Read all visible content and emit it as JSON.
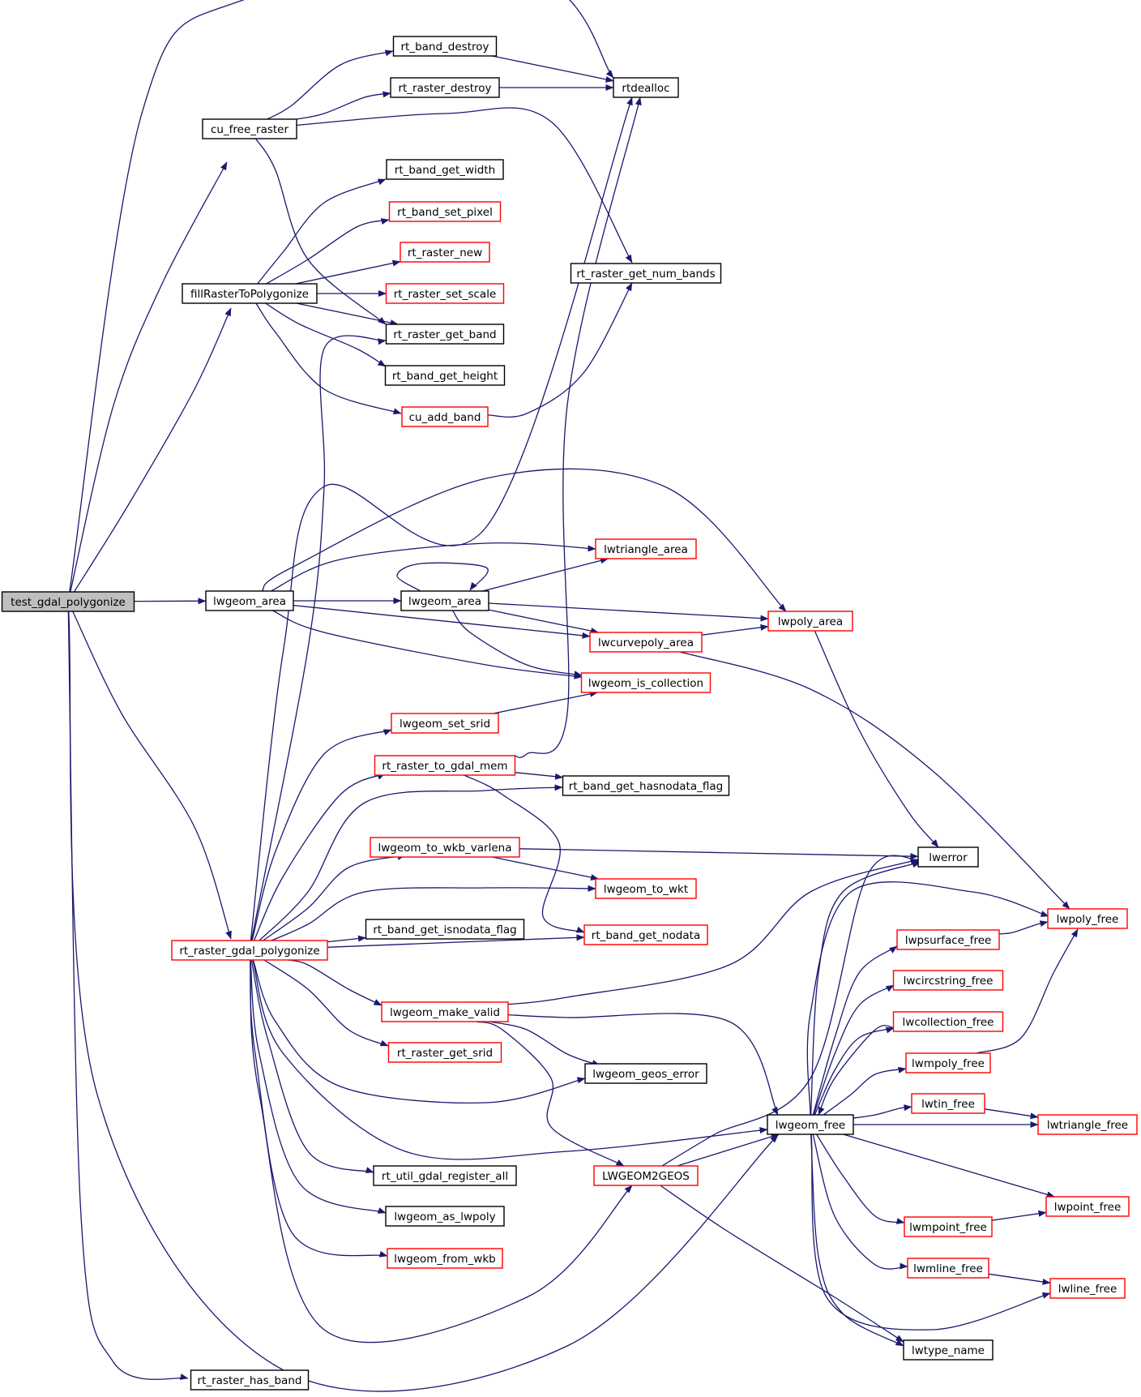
{
  "graph": {
    "colors": {
      "edge": "#191970",
      "root_fill": "#bfbfbf",
      "border_black": "#000000",
      "border_red": "#ff0000",
      "background": "#ffffff"
    },
    "nodes": [
      {
        "id": "test_gdal_polygonize",
        "label": "test_gdal_polygonize",
        "border": "black",
        "root": true
      },
      {
        "id": "cu_free_raster",
        "label": "cu_free_raster",
        "border": "black"
      },
      {
        "id": "rt_band_destroy",
        "label": "rt_band_destroy",
        "border": "black"
      },
      {
        "id": "rt_raster_destroy",
        "label": "rt_raster_destroy",
        "border": "black"
      },
      {
        "id": "rtdealloc",
        "label": "rtdealloc",
        "border": "black"
      },
      {
        "id": "rt_band_get_width",
        "label": "rt_band_get_width",
        "border": "black"
      },
      {
        "id": "rt_band_set_pixel",
        "label": "rt_band_set_pixel",
        "border": "red"
      },
      {
        "id": "rt_raster_new",
        "label": "rt_raster_new",
        "border": "red"
      },
      {
        "id": "fillRasterToPolygonize",
        "label": "fillRasterToPolygonize",
        "border": "black"
      },
      {
        "id": "rt_raster_set_scale",
        "label": "rt_raster_set_scale",
        "border": "red"
      },
      {
        "id": "rt_raster_get_num_bands",
        "label": "rt_raster_get_num_bands",
        "border": "black"
      },
      {
        "id": "rt_raster_get_band",
        "label": "rt_raster_get_band",
        "border": "black"
      },
      {
        "id": "rt_band_get_height",
        "label": "rt_band_get_height",
        "border": "black"
      },
      {
        "id": "cu_add_band",
        "label": "cu_add_band",
        "border": "red"
      },
      {
        "id": "lwtriangle_area",
        "label": "lwtriangle_area",
        "border": "red"
      },
      {
        "id": "lwgeom_area_1",
        "label": "lwgeom_area",
        "border": "black"
      },
      {
        "id": "lwgeom_area_2",
        "label": "lwgeom_area",
        "border": "black"
      },
      {
        "id": "lwpoly_area",
        "label": "lwpoly_area",
        "border": "red"
      },
      {
        "id": "lwcurvepoly_area",
        "label": "lwcurvepoly_area",
        "border": "red"
      },
      {
        "id": "lwgeom_is_collection",
        "label": "lwgeom_is_collection",
        "border": "red"
      },
      {
        "id": "lwgeom_set_srid",
        "label": "lwgeom_set_srid",
        "border": "red"
      },
      {
        "id": "rt_raster_to_gdal_mem",
        "label": "rt_raster_to_gdal_mem",
        "border": "red"
      },
      {
        "id": "rt_band_get_hasnodata_flag",
        "label": "rt_band_get_hasnodata_flag",
        "border": "black"
      },
      {
        "id": "lwgeom_to_wkb_varlena",
        "label": "lwgeom_to_wkb_varlena",
        "border": "red"
      },
      {
        "id": "lwerror",
        "label": "lwerror",
        "border": "black"
      },
      {
        "id": "lwgeom_to_wkt",
        "label": "lwgeom_to_wkt",
        "border": "red"
      },
      {
        "id": "lwpoly_free",
        "label": "lwpoly_free",
        "border": "red"
      },
      {
        "id": "rt_band_get_isnodata_flag",
        "label": "rt_band_get_isnodata_flag",
        "border": "black"
      },
      {
        "id": "rt_band_get_nodata",
        "label": "rt_band_get_nodata",
        "border": "red"
      },
      {
        "id": "rt_raster_gdal_polygonize",
        "label": "rt_raster_gdal_polygonize",
        "border": "red"
      },
      {
        "id": "lwpsurface_free",
        "label": "lwpsurface_free",
        "border": "red"
      },
      {
        "id": "lwcircstring_free",
        "label": "lwcircstring_free",
        "border": "red"
      },
      {
        "id": "lwgeom_make_valid",
        "label": "lwgeom_make_valid",
        "border": "red"
      },
      {
        "id": "lwcollection_free",
        "label": "lwcollection_free",
        "border": "red"
      },
      {
        "id": "rt_raster_get_srid",
        "label": "rt_raster_get_srid",
        "border": "red"
      },
      {
        "id": "lwmpoly_free",
        "label": "lwmpoly_free",
        "border": "red"
      },
      {
        "id": "lwgeom_geos_error",
        "label": "lwgeom_geos_error",
        "border": "black"
      },
      {
        "id": "lwtin_free",
        "label": "lwtin_free",
        "border": "red"
      },
      {
        "id": "lwgeom_free",
        "label": "lwgeom_free",
        "border": "black"
      },
      {
        "id": "lwtriangle_free",
        "label": "lwtriangle_free",
        "border": "red"
      },
      {
        "id": "rt_util_gdal_register_all",
        "label": "rt_util_gdal_register_all",
        "border": "black"
      },
      {
        "id": "LWGEOM2GEOS",
        "label": "LWGEOM2GEOS",
        "border": "red"
      },
      {
        "id": "lwpoint_free",
        "label": "lwpoint_free",
        "border": "red"
      },
      {
        "id": "lwgeom_as_lwpoly",
        "label": "lwgeom_as_lwpoly",
        "border": "black"
      },
      {
        "id": "lwmpoint_free",
        "label": "lwmpoint_free",
        "border": "red"
      },
      {
        "id": "lwgeom_from_wkb",
        "label": "lwgeom_from_wkb",
        "border": "red"
      },
      {
        "id": "lwmline_free",
        "label": "lwmline_free",
        "border": "red"
      },
      {
        "id": "lwline_free",
        "label": "lwline_free",
        "border": "red"
      },
      {
        "id": "lwtype_name",
        "label": "lwtype_name",
        "border": "black"
      },
      {
        "id": "rt_raster_has_band",
        "label": "rt_raster_has_band",
        "border": "black"
      }
    ],
    "edges": [
      [
        "test_gdal_polygonize",
        "rtdealloc"
      ],
      [
        "test_gdal_polygonize",
        "cu_free_raster"
      ],
      [
        "test_gdal_polygonize",
        "fillRasterToPolygonize"
      ],
      [
        "test_gdal_polygonize",
        "lwgeom_area_1"
      ],
      [
        "test_gdal_polygonize",
        "rt_raster_gdal_polygonize"
      ],
      [
        "test_gdal_polygonize",
        "lwgeom_free"
      ],
      [
        "test_gdal_polygonize",
        "rt_raster_has_band"
      ],
      [
        "cu_free_raster",
        "rt_band_destroy"
      ],
      [
        "cu_free_raster",
        "rt_raster_destroy"
      ],
      [
        "cu_free_raster",
        "rt_raster_get_num_bands"
      ],
      [
        "cu_free_raster",
        "rt_raster_get_band"
      ],
      [
        "rt_band_destroy",
        "rtdealloc"
      ],
      [
        "rt_raster_destroy",
        "rtdealloc"
      ],
      [
        "fillRasterToPolygonize",
        "rt_band_get_width"
      ],
      [
        "fillRasterToPolygonize",
        "rt_band_set_pixel"
      ],
      [
        "fillRasterToPolygonize",
        "rt_raster_new"
      ],
      [
        "fillRasterToPolygonize",
        "rt_raster_set_scale"
      ],
      [
        "fillRasterToPolygonize",
        "rt_raster_get_band"
      ],
      [
        "fillRasterToPolygonize",
        "rt_band_get_height"
      ],
      [
        "fillRasterToPolygonize",
        "cu_add_band"
      ],
      [
        "cu_add_band",
        "rt_raster_get_num_bands"
      ],
      [
        "lwgeom_area_1",
        "lwpoly_area"
      ],
      [
        "lwgeom_area_1",
        "lwtriangle_area"
      ],
      [
        "lwgeom_area_1",
        "lwgeom_area_2"
      ],
      [
        "lwgeom_area_1",
        "lwcurvepoly_area"
      ],
      [
        "lwgeom_area_1",
        "lwgeom_is_collection"
      ],
      [
        "lwgeom_area_2",
        "lwgeom_area_2"
      ],
      [
        "lwgeom_area_2",
        "lwtriangle_area"
      ],
      [
        "lwgeom_area_2",
        "lwpoly_area"
      ],
      [
        "lwgeom_area_2",
        "lwcurvepoly_area"
      ],
      [
        "lwgeom_area_2",
        "lwgeom_is_collection"
      ],
      [
        "lwcurvepoly_area",
        "lwpoly_area"
      ],
      [
        "lwcurvepoly_area",
        "lwpoly_free"
      ],
      [
        "lwpoly_area",
        "lwerror"
      ],
      [
        "rt_raster_gdal_polygonize",
        "rt_raster_get_band"
      ],
      [
        "rt_raster_gdal_polygonize",
        "rtdealloc"
      ],
      [
        "rt_raster_gdal_polygonize",
        "lwgeom_set_srid"
      ],
      [
        "rt_raster_gdal_polygonize",
        "rt_raster_to_gdal_mem"
      ],
      [
        "rt_raster_gdal_polygonize",
        "rt_band_get_hasnodata_flag"
      ],
      [
        "rt_raster_gdal_polygonize",
        "lwgeom_to_wkb_varlena"
      ],
      [
        "rt_raster_gdal_polygonize",
        "lwgeom_to_wkt"
      ],
      [
        "rt_raster_gdal_polygonize",
        "rt_band_get_isnodata_flag"
      ],
      [
        "rt_raster_gdal_polygonize",
        "rt_band_get_nodata"
      ],
      [
        "rt_raster_gdal_polygonize",
        "lwgeom_make_valid"
      ],
      [
        "rt_raster_gdal_polygonize",
        "rt_raster_get_srid"
      ],
      [
        "rt_raster_gdal_polygonize",
        "lwgeom_geos_error"
      ],
      [
        "rt_raster_gdal_polygonize",
        "lwgeom_free"
      ],
      [
        "rt_raster_gdal_polygonize",
        "rt_util_gdal_register_all"
      ],
      [
        "rt_raster_gdal_polygonize",
        "lwgeom_as_lwpoly"
      ],
      [
        "rt_raster_gdal_polygonize",
        "lwgeom_from_wkb"
      ],
      [
        "rt_raster_gdal_polygonize",
        "LWGEOM2GEOS"
      ],
      [
        "lwgeom_set_srid",
        "lwgeom_is_collection"
      ],
      [
        "rt_raster_to_gdal_mem",
        "rtdealloc"
      ],
      [
        "rt_raster_to_gdal_mem",
        "rt_band_get_hasnodata_flag"
      ],
      [
        "rt_raster_to_gdal_mem",
        "rt_band_get_nodata"
      ],
      [
        "lwgeom_to_wkb_varlena",
        "lwerror"
      ],
      [
        "lwgeom_to_wkb_varlena",
        "lwgeom_to_wkt"
      ],
      [
        "lwgeom_make_valid",
        "lwerror"
      ],
      [
        "lwgeom_make_valid",
        "lwgeom_geos_error"
      ],
      [
        "lwgeom_make_valid",
        "lwgeom_free"
      ],
      [
        "lwgeom_make_valid",
        "LWGEOM2GEOS"
      ],
      [
        "LWGEOM2GEOS",
        "lwerror"
      ],
      [
        "LWGEOM2GEOS",
        "lwgeom_free"
      ],
      [
        "LWGEOM2GEOS",
        "lwtype_name"
      ],
      [
        "lwgeom_free",
        "lwerror"
      ],
      [
        "lwgeom_free",
        "lwpoly_free"
      ],
      [
        "lwgeom_free",
        "lwpsurface_free"
      ],
      [
        "lwgeom_free",
        "lwcircstring_free"
      ],
      [
        "lwgeom_free",
        "lwcollection_free"
      ],
      [
        "lwgeom_free",
        "lwmpoly_free"
      ],
      [
        "lwgeom_free",
        "lwtin_free"
      ],
      [
        "lwgeom_free",
        "lwtriangle_free"
      ],
      [
        "lwgeom_free",
        "lwpoint_free"
      ],
      [
        "lwgeom_free",
        "lwmpoint_free"
      ],
      [
        "lwgeom_free",
        "lwmline_free"
      ],
      [
        "lwgeom_free",
        "lwline_free"
      ],
      [
        "lwgeom_free",
        "lwtype_name"
      ],
      [
        "lwpsurface_free",
        "lwpoly_free"
      ],
      [
        "lwcollection_free",
        "lwgeom_free"
      ],
      [
        "lwmpoly_free",
        "lwpoly_free"
      ],
      [
        "lwtin_free",
        "lwtriangle_free"
      ],
      [
        "lwmpoint_free",
        "lwpoint_free"
      ],
      [
        "lwmline_free",
        "lwline_free"
      ]
    ]
  }
}
